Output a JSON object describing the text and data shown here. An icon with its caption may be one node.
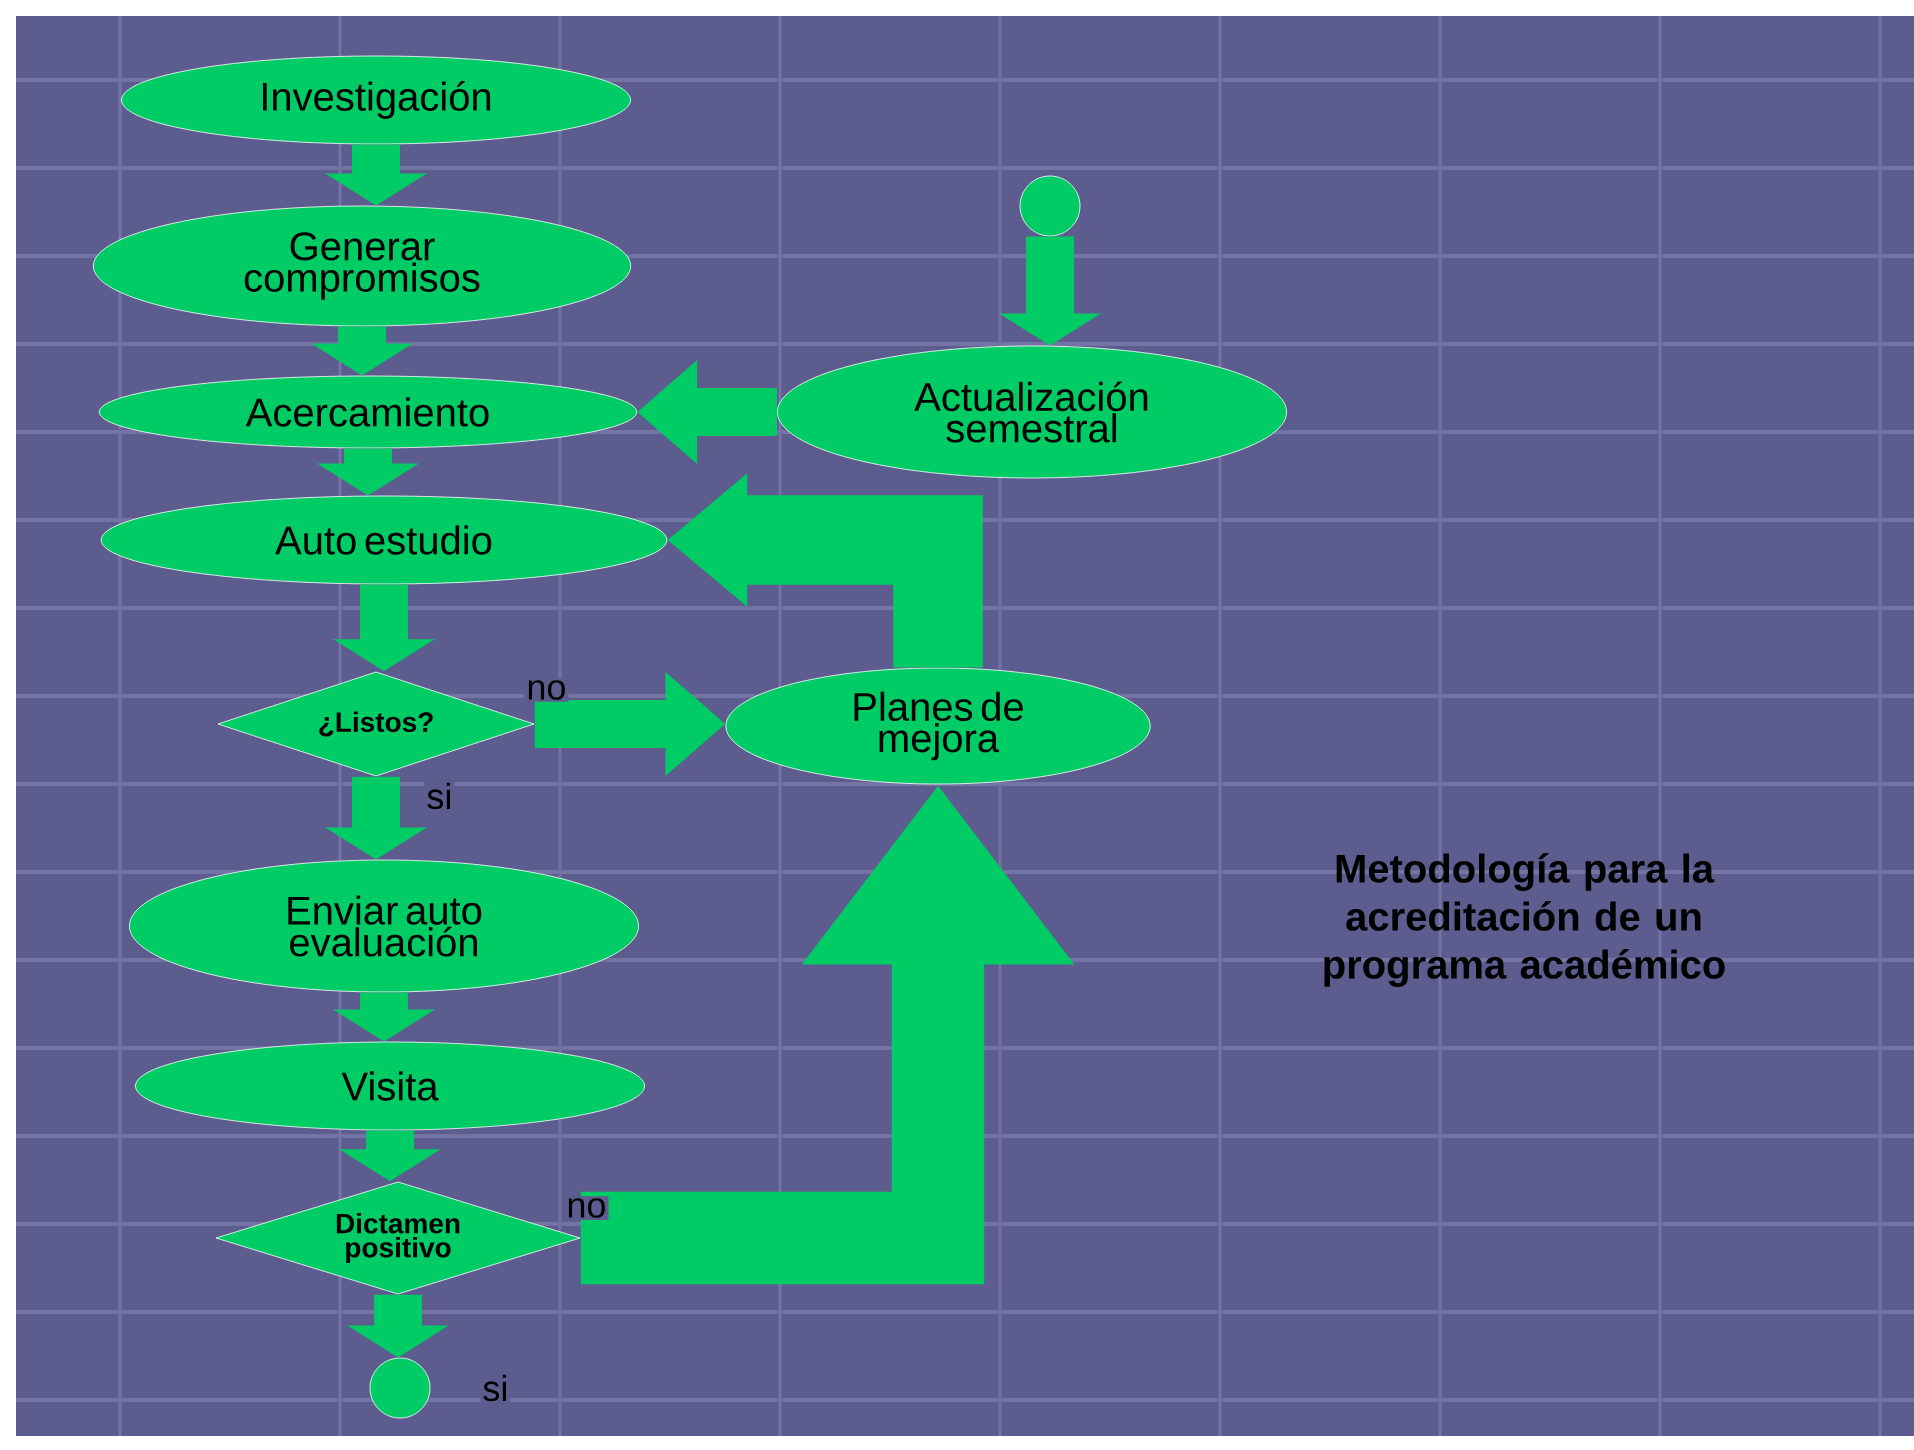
{
  "diagram": {
    "title": "Metodología para la acreditación de un programa académico",
    "nodes": [
      {
        "text": [
          "Investigación"
        ]
      },
      {
        "text": [
          "Generar compromisos"
        ]
      },
      {
        "text": [
          "Acercamiento"
        ]
      },
      {
        "text": [
          "Auto estudio"
        ]
      },
      {
        "text": [
          "¿Listos?"
        ]
      },
      {
        "text": [
          "Enviar auto evaluación"
        ]
      },
      {
        "text": [
          "Visita"
        ]
      },
      {
        "text": [
          "Dictamen positivo"
        ]
      },
      {
        "text": [],
        "shape": "circle"
      },
      {
        "text": [],
        "shape": "circle"
      },
      {
        "text": [
          "Actualización semestral"
        ]
      },
      {
        "text": [
          "Planes de mejora"
        ]
      }
    ],
    "edges": [
      {
        "from": 0,
        "to": 1,
        "arrow": "to"
      },
      {
        "from": 1,
        "to": 2,
        "arrow": "to"
      },
      {
        "from": 2,
        "to": 3,
        "arrow": "to"
      },
      {
        "from": 3,
        "to": 4,
        "arrow": "to"
      },
      {
        "from": 4,
        "to": 5,
        "arrow": "to",
        "label": "si"
      },
      {
        "from": 5,
        "to": 6,
        "arrow": "to"
      },
      {
        "from": 6,
        "to": 7,
        "arrow": "to"
      },
      {
        "from": 7,
        "to": 8,
        "arrow": "to",
        "label": "si"
      },
      {
        "from": 9,
        "to": 10,
        "arrow": "to"
      },
      {
        "from": 10,
        "to": 2,
        "arrow": "to"
      },
      {
        "from": 4,
        "to": 11,
        "arrow": "to",
        "label": "no"
      },
      {
        "from": 11,
        "to": 3,
        "arrow": "to",
        "style": "thick"
      },
      {
        "from": 7,
        "to": 11,
        "arrow": "to",
        "label": "no",
        "style": "thick"
      }
    ]
  }
}
